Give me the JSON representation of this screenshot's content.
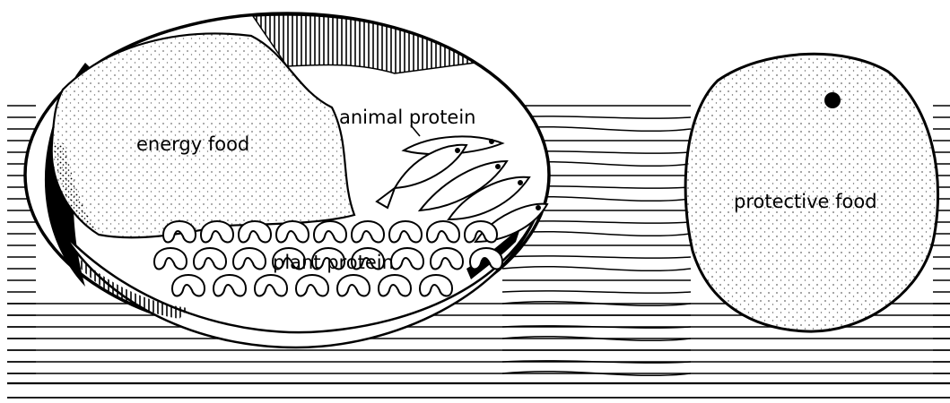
{
  "labels": {
    "energy_food": "energy food",
    "animal_protein": "animal protein",
    "plant_protein": "plant protein",
    "protective_food": "protective food"
  },
  "colors": {
    "ink": "#000000",
    "paper": "#ffffff"
  }
}
